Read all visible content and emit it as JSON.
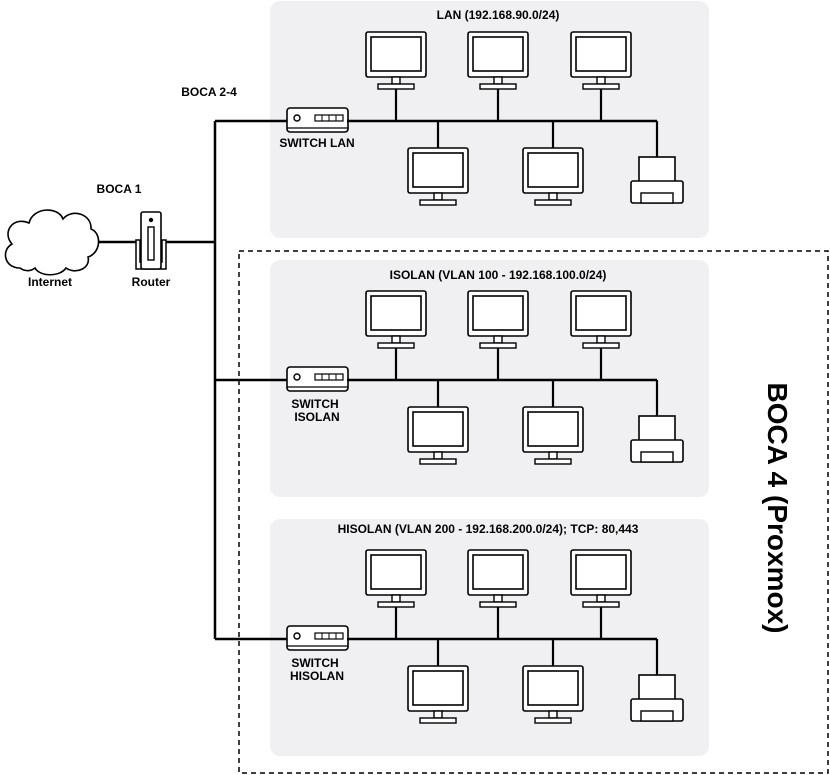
{
  "labels": {
    "internet": "Internet",
    "router": "Router",
    "boca1": "BOCA 1",
    "boca24": "BOCA 2-4",
    "boca4": "BOCA 4 (Proxmox)"
  },
  "segments": [
    {
      "title": "LAN (192.168.90.0/24)",
      "switch_lines": [
        "SWITCH LAN"
      ]
    },
    {
      "title": "ISOLAN (VLAN 100 - 192.168.100.0/24)",
      "switch_lines": [
        "SWITCH",
        "ISOLAN"
      ]
    },
    {
      "title": "HISOLAN (VLAN 200 - 192.168.200.0/24); TCP: 80,443",
      "switch_lines": [
        "SWITCH",
        "HISOLAN"
      ]
    }
  ],
  "icons": {
    "cloud": "cloud-icon",
    "router": "router-icon",
    "switch": "switch-icon",
    "computer": "computer-monitor-icon",
    "printer": "printer-icon"
  },
  "colors": {
    "panel": "#f0f0f2",
    "line": "#000000"
  }
}
